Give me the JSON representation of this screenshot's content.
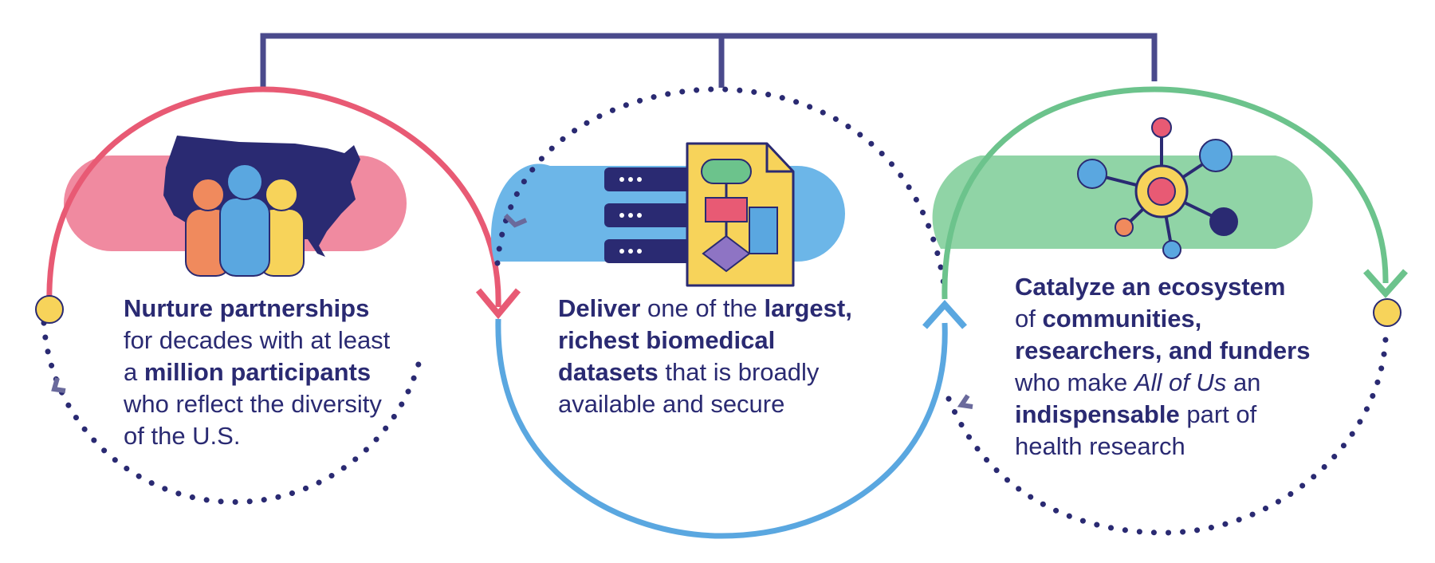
{
  "colors": {
    "navy": "#2a2a72",
    "red": "#e85a74",
    "blue": "#5aa7e0",
    "green": "#6cc38c",
    "yellow": "#f7d35a",
    "orange": "#f08a5d",
    "purple": "#8e74c4",
    "pink_band": "#f08aa0",
    "blue_band": "#6cb6e8",
    "green_band": "#90d4a6"
  },
  "icons": [
    "us-map-people-icon",
    "dataset-flowchart-icon",
    "ecosystem-network-icon"
  ],
  "pillars": [
    {
      "id": "partnerships",
      "lines": [
        [
          {
            "t": "Nurture partnerships",
            "b": true
          }
        ],
        [
          {
            "t": "for decades with at least"
          }
        ],
        [
          {
            "t": "a "
          },
          {
            "t": "million participants",
            "b": true
          }
        ],
        [
          {
            "t": "who reflect the diversity"
          }
        ],
        [
          {
            "t": "of the U.S."
          }
        ]
      ]
    },
    {
      "id": "datasets",
      "lines": [
        [
          {
            "t": "Deliver",
            "b": true
          },
          {
            "t": " one of the "
          },
          {
            "t": "largest,",
            "b": true
          }
        ],
        [
          {
            "t": "richest biomedical",
            "b": true
          }
        ],
        [
          {
            "t": "datasets",
            "b": true
          },
          {
            "t": " that is broadly"
          }
        ],
        [
          {
            "t": "available and secure"
          }
        ]
      ]
    },
    {
      "id": "ecosystem",
      "lines": [
        [
          {
            "t": "Catalyze an ecosystem",
            "b": true
          }
        ],
        [
          {
            "t": "of "
          },
          {
            "t": "communities,",
            "b": true
          }
        ],
        [
          {
            "t": "researchers, and funders",
            "b": true
          }
        ],
        [
          {
            "t": "who make "
          },
          {
            "t": "All of Us",
            "i": true
          },
          {
            "t": " an"
          }
        ],
        [
          {
            "t": "indispensable",
            "b": true
          },
          {
            "t": " part of"
          }
        ],
        [
          {
            "t": "health research"
          }
        ]
      ]
    }
  ]
}
